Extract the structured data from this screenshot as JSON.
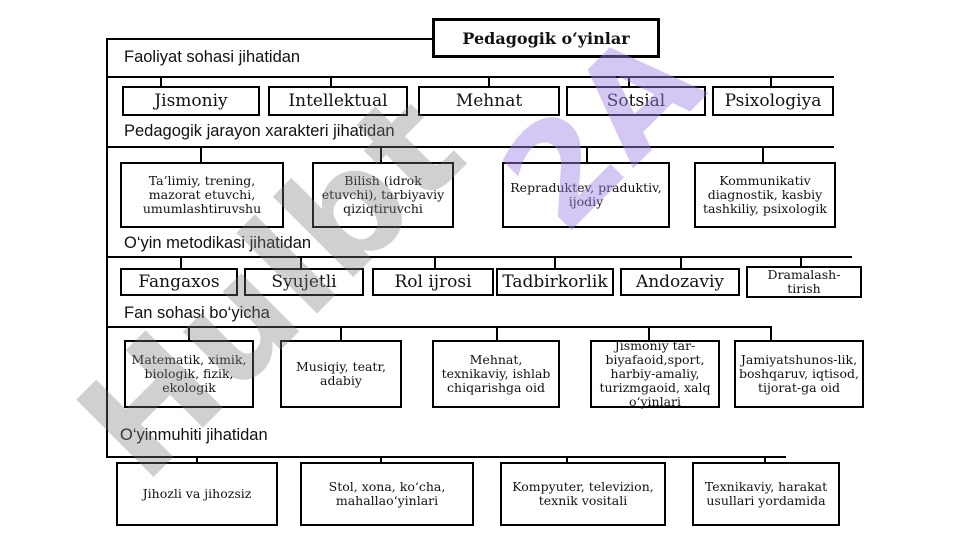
{
  "root": "Pedagogik o‘yinlar",
  "sections": [
    {
      "heading": "Faoliyat sohasi jihatidan",
      "items": [
        "Jismoniy",
        "Intellektual",
        "Mehnat",
        "Sotsial",
        "Psixologiya"
      ]
    },
    {
      "heading": "Pedagogik jarayon xarakteri jihatidan",
      "items": [
        "Ta’limiy, trening, mazorat etuvchi, umumlashtiruvshu",
        "Bilish (idrok etuvchi), tarbiyaviy qiziqtiruvchi",
        "Repraduktev, praduktiv, ijodiy",
        "Kommunikativ diagnostik, kasbiy tashkiliy, psixologik"
      ]
    },
    {
      "heading": "O‘yin metodikasi jihatidan",
      "items": [
        "Fangaxos",
        "Syujetli",
        "Rol ijrosi",
        "Tadbirkorlik",
        "Andozaviy",
        "Dramalash-tirish"
      ]
    },
    {
      "heading": "Fan sohasi bo‘yicha",
      "items": [
        "Matematik, ximik, biologik, fizik, ekologik",
        "Musiqiy, teatr, adabiy",
        "Mehnat, texnikaviy, ishlab chiqarishga oid",
        "Jismoniy tar-biyafaoid,sport, harbiy-amaliy, turizmgaoid, xalq o‘yinlari",
        "Jamiyatshunos-lik, boshqaruv, iqtisod, tijorat-ga oid"
      ]
    },
    {
      "heading": "O‘yinmuhiti jihatidan",
      "items": [
        "Jihozli va jihozsiz",
        "Stol, xona, ko‘cha, mahallao‘yinlari",
        "Kompyuter, televizion, texnik vositali",
        "Texnikaviy, harakat usullari yordamida"
      ]
    }
  ],
  "watermarks": [
    "Hulbt",
    "2A"
  ]
}
